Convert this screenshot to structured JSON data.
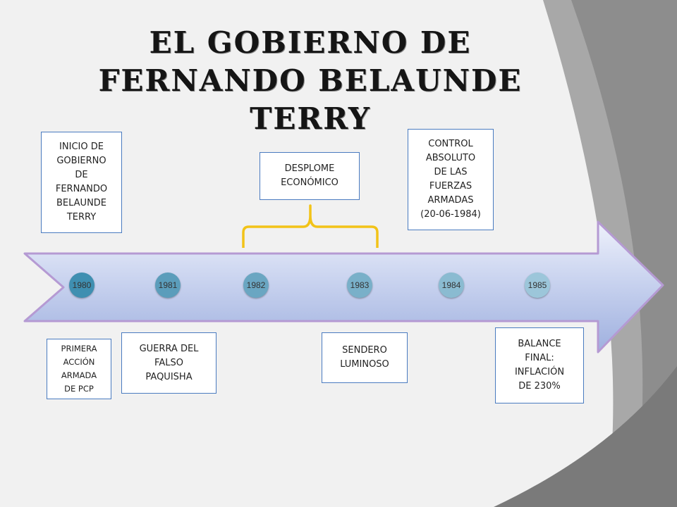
{
  "title": "El gobierno de Fernando Belaunde Terry",
  "years": [
    "1980",
    "1981",
    "1982",
    "1983",
    "1984",
    "1985"
  ],
  "events_above": {
    "inicio": "INICIO DE\nGOBIERNO\nDE\nFERNANDO\nBELAUNDE\nTERRY",
    "desplome": "DESPLOME\nECONÓMICO",
    "control": "CONTROL\nABSOLUTO\nDE LAS\nFUERZAS\nARMADAS\n(20-06-1984)"
  },
  "events_below": {
    "primera": "PRIMERA\nACCIÓN\nARMADA\nDE PCP",
    "guerra": "GUERRA DEL\nFALSO\nPAQUISHA",
    "sendero": "SENDERO\nLUMINOSO",
    "balance": "BALANCE\nFINAL:\nINFLACIÓN\nDE 230%"
  },
  "colors": {
    "box_border": "#4a7bc0",
    "bracket": "#f2c318",
    "arrow_fill": "#c7d2ee",
    "arrow_border": "#b59ad3",
    "year_circle": "#6aa3bd"
  }
}
